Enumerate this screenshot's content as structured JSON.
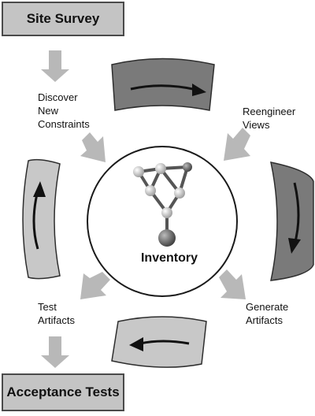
{
  "boxes": {
    "top": "Site Survey",
    "bottom": "Acceptance Tests"
  },
  "labels": {
    "discover": "Discover\nNew\nConstraints",
    "reengineer": "Reengineer\nViews",
    "test": "Test\nArtifacts",
    "generate": "Generate\nArtifacts"
  },
  "center": "Inventory",
  "colors": {
    "box_fill": "#c4c4c4",
    "arrow_fill": "#b8b8b8",
    "band_dark": "#7a7a7a",
    "band_light": "#c8c8c8",
    "node_light": "#d0d0d0",
    "node_dark": "#666666"
  }
}
